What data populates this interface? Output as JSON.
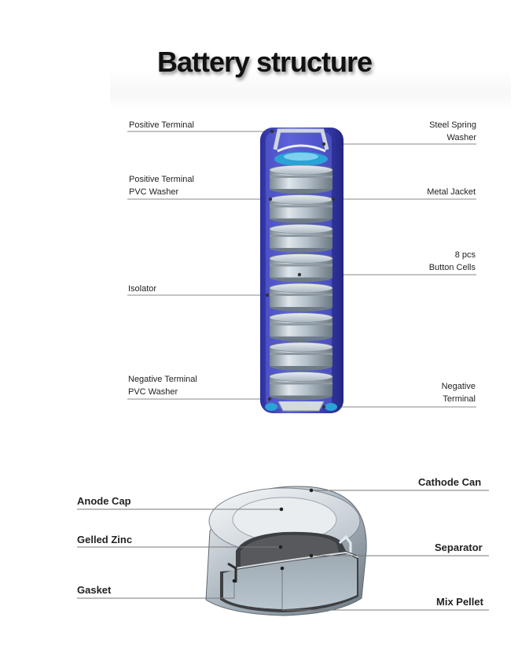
{
  "title": "Battery structure",
  "battery_labels": {
    "positive_terminal": "Positive Terminal",
    "positive_terminal_pvc_washer": "Positive Terminal\nPVC Washer",
    "isolator": "Isolator",
    "negative_terminal_pvc_washer": "Negative Terminal\nPVC Washer",
    "steel_spring_washer": "Steel Spring\nWasher",
    "metal_jacket": "Metal Jacket",
    "button_cells": "8 pcs\nButton Cells",
    "negative_terminal": "Negative\nTerminal"
  },
  "cell_labels": {
    "anode_cap": "Anode Cap",
    "gelled_zinc": "Gelled Zinc",
    "gasket": "Gasket",
    "cathode_can": "Cathode Can",
    "separator": "Separator",
    "mix_pellet": "Mix Pellet"
  },
  "colors": {
    "jacket_blue": "#3a3fb5",
    "cell_silver": "#b9c3cb",
    "accent_cyan": "#2aa3d6",
    "leader_line": "#8a8a8a"
  }
}
